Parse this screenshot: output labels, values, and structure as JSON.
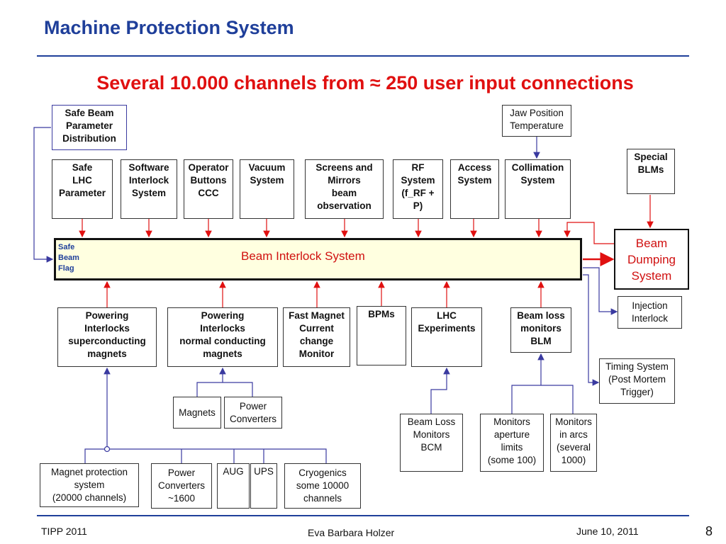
{
  "slide": {
    "title": "Machine Protection System",
    "subtitle": "Several 10.000 channels from ≈ 250 user input connections"
  },
  "diagram": {
    "safe_beam_param_dist": "Safe Beam\nParameter\nDistribution",
    "jaw_position": "Jaw Position\nTemperature",
    "special_blms": "Special\nBLMs",
    "top_inputs": [
      "Safe\nLHC\nParameter",
      "Software\nInterlock\nSystem",
      "Operator\nButtons\nCCC",
      "Vacuum\nSystem",
      "Screens and\nMirrors\nbeam\nobservation",
      "RF\nSystem\n(f_RF +\nP)",
      "Access\nSystem",
      "Collimation\nSystem"
    ],
    "beam_interlock_system": "Beam Interlock System",
    "safe_beam_flag": "Safe\nBeam\nFlag",
    "beam_dumping_system": "Beam\nDumping\nSystem",
    "injection_interlock": "Injection\nInterlock",
    "timing_system": "Timing System\n(Post Mortem\nTrigger)",
    "bottom_inputs": [
      "Powering\nInterlocks\nsuperconducting\nmagnets",
      "Powering\nInterlocks\nnormal conducting\nmagnets",
      "Fast Magnet\nCurrent\nchange\nMonitor",
      "BPMs",
      "LHC\nExperiments",
      "Beam loss\nmonitors\nBLM"
    ],
    "magnets": "Magnets",
    "power_converters": "Power\nConverters",
    "beam_loss_bcm": "Beam Loss\nMonitors\nBCM",
    "monitors_aperture": "Monitors\naperture\nlimits\n(some 100)",
    "monitors_arcs": "Monitors\nin arcs\n(several\n1000)",
    "magnet_protection": "Magnet protection\nsystem\n(20000 channels)",
    "power_converters_1600": "Power\nConverters\n~1600",
    "aug": "AUG",
    "ups": "UPS",
    "cryogenics": "Cryogenics\nsome 10000\nchannels"
  },
  "footer": {
    "left": "TIPP 2011",
    "center": "Eva Barbara Holzer",
    "date": "June 10, 2011",
    "page": "8"
  },
  "colors": {
    "title": "#1f3f9a",
    "accent_red": "#e01010",
    "connector_blue": "#3a3aa0",
    "bis_fill": "#ffffe0"
  }
}
